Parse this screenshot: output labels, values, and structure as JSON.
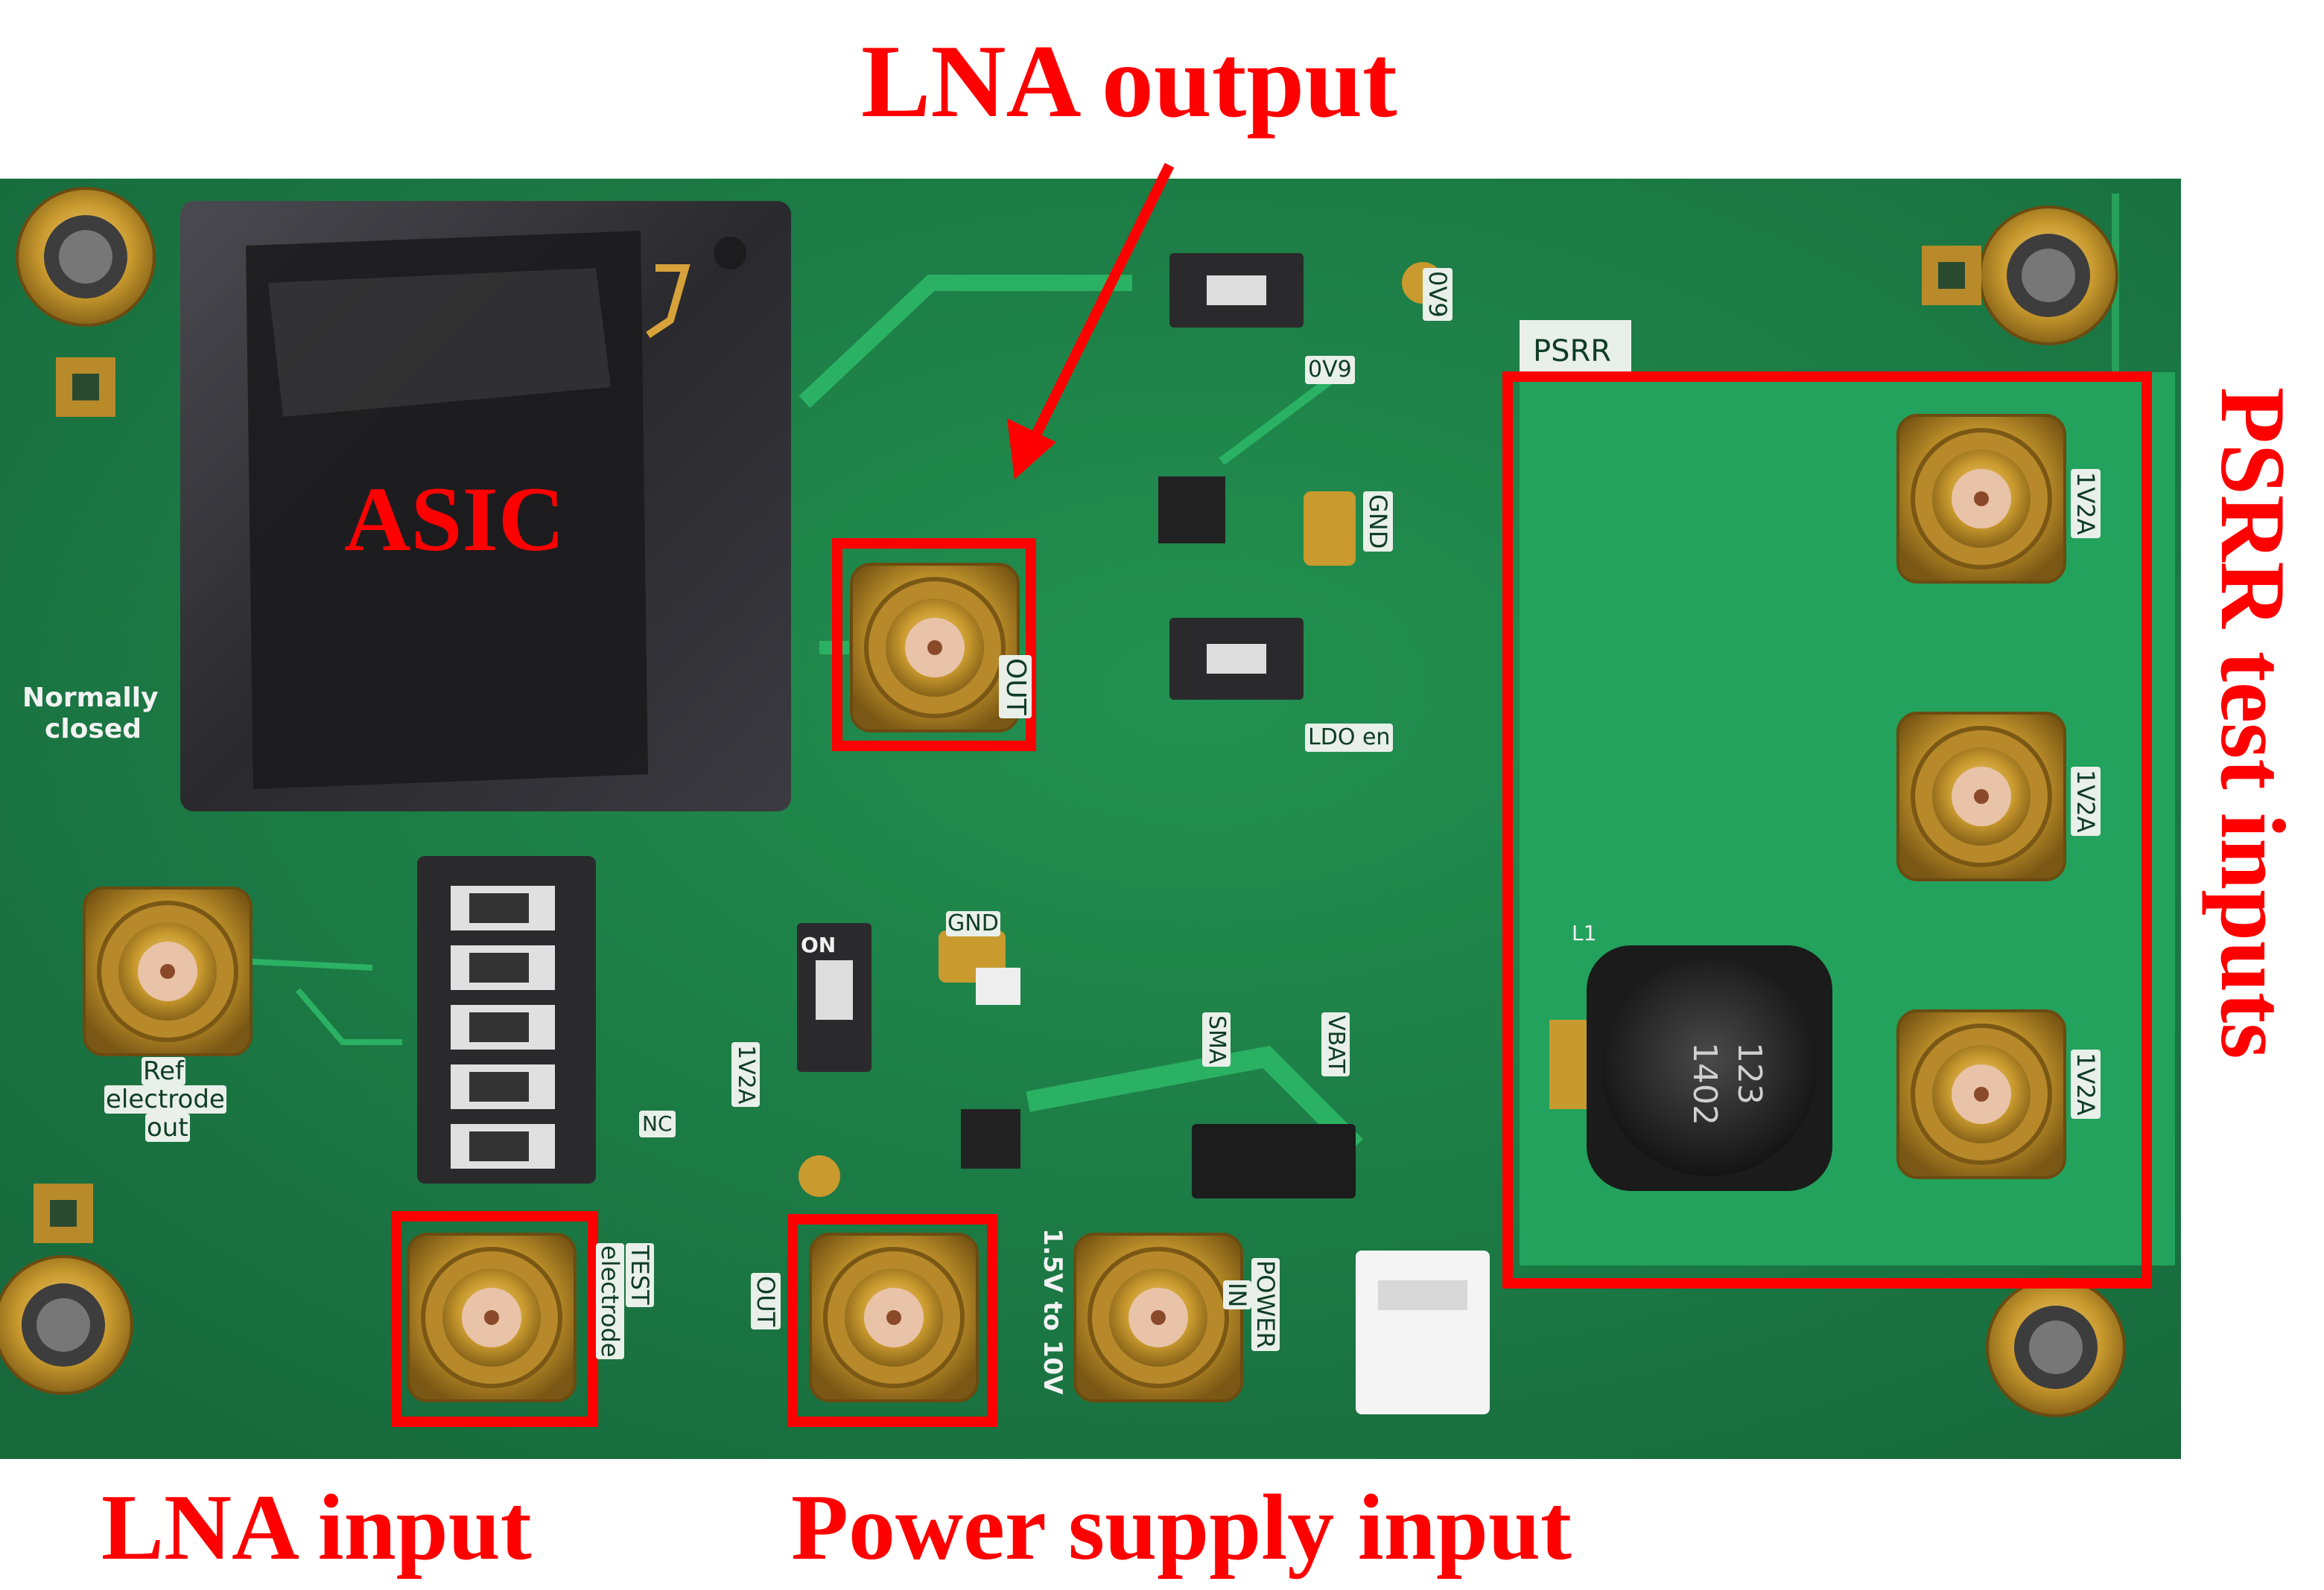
{
  "annotations": {
    "lna_output": "LNA output",
    "asic": "ASIC",
    "psrr_test_inputs": "PSRR test inputs",
    "lna_input": "LNA input",
    "power_supply_input": "Power supply input"
  },
  "pcb_labels": {
    "psrr": "PSRR",
    "normally_closed_1": "Normally",
    "normally_closed_2": "closed",
    "ref_electrode_1": "Ref",
    "ref_electrode_2": "electrode",
    "ref_electrode_3": "out",
    "test_electrode_1": "TEST",
    "test_electrode_2": "electrode",
    "out_mid": "OUT",
    "out_bottom": "OUT",
    "gnd_top": "GND",
    "gnd_mid": "GND",
    "ldo_en": "LDO en",
    "ov9_a": "0V9",
    "ov9_b": "0V9",
    "v1v2a_a": "1V2A",
    "v1v2a_b": "1V2A",
    "v1v2a_c": "1V2A",
    "v1v2a_mid": "1V2A",
    "sma": "SMA",
    "vbat": "VBAT",
    "power_in_1": "POWER",
    "power_in_2": "IN",
    "range_1": "1.5V to 10V",
    "inductor_marking_1": "1402",
    "inductor_marking_2": "123",
    "nc": "NC",
    "on": "ON",
    "l1": "L1"
  },
  "colors": {
    "annotation_red": "#ff0000",
    "board_green": "#1a7a45",
    "board_green_light": "#22a05a",
    "gold": "#c9a13a",
    "asic_dark": "#2b2b2e"
  },
  "icons": [
    "sma-connector-icon",
    "mounting-hole-icon",
    "dip-switch-icon",
    "inductor-icon",
    "jumper-icon"
  ]
}
